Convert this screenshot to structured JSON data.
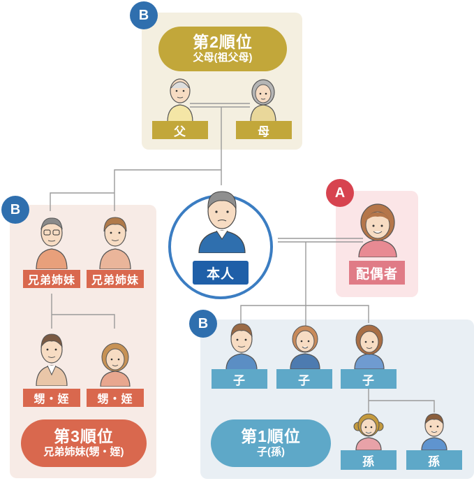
{
  "badges": {
    "b": "B",
    "a": "A"
  },
  "rank2": {
    "title": "第2順位",
    "subtitle": "父母(祖父母)"
  },
  "rank3": {
    "title": "第3順位",
    "subtitle": "兄弟姉妹(甥・姪)"
  },
  "rank1": {
    "title": "第1順位",
    "subtitle": "子(孫)"
  },
  "labels": {
    "father": "父",
    "mother": "母",
    "self": "本人",
    "spouse": "配偶者",
    "sibling1": "兄弟姉妹",
    "sibling2": "兄弟姉妹",
    "nephew1": "甥・姪",
    "nephew2": "甥・姪",
    "child1": "子",
    "child2": "子",
    "child3": "子",
    "grandchild1": "孫",
    "grandchild2": "孫"
  },
  "colors": {
    "rank2_panel": "#f4efe0",
    "rank2_accent": "#c2a73a",
    "rank3_panel": "#f7ebe6",
    "rank3_accent": "#d9684e",
    "rank1_panel": "#e9eff4",
    "rank1_accent": "#5ea8c8",
    "spouse_panel": "#fbe5e7",
    "spouse_accent": "#e07b86",
    "self_ring": "#3b7dc2",
    "self_label": "#1f5fa8",
    "badge_b": "#2f6fae",
    "badge_a": "#d7434f"
  }
}
